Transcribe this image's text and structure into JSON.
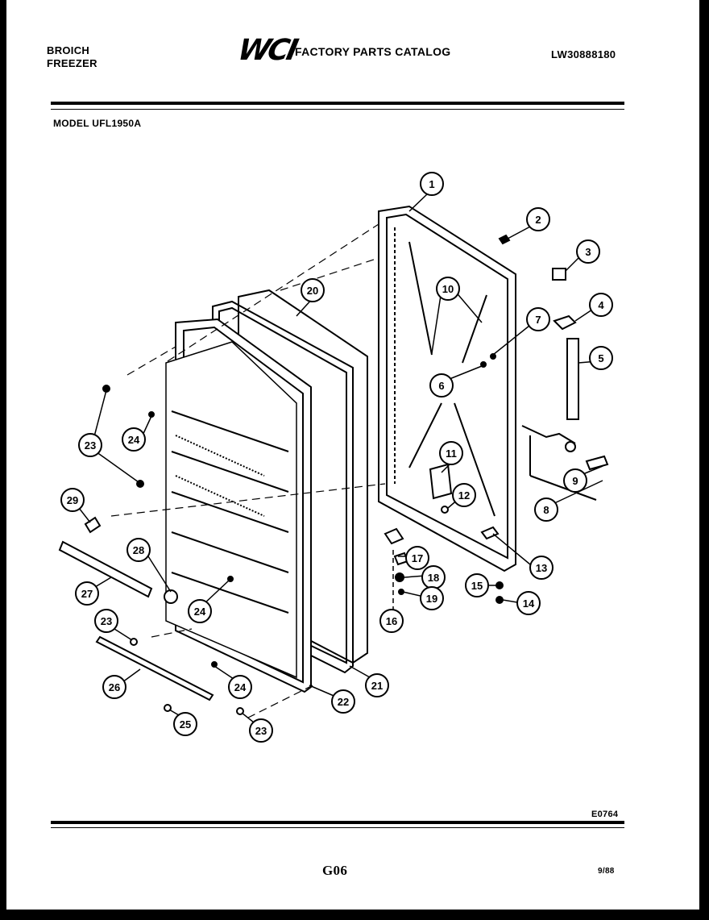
{
  "header": {
    "brand_line1": "BROICH",
    "brand_line2": "FREEZER",
    "logo": "WCI",
    "catalog_title": "FACTORY PARTS CATALOG",
    "doc_number": "LW30888180",
    "model": "MODEL UFL1950A"
  },
  "footer": {
    "figure_code": "E0764",
    "page_number": "G06",
    "date": "9/88"
  },
  "callouts": [
    {
      "id": "1",
      "label": "1"
    },
    {
      "id": "2",
      "label": "2"
    },
    {
      "id": "3",
      "label": "3"
    },
    {
      "id": "4",
      "label": "4"
    },
    {
      "id": "5",
      "label": "5"
    },
    {
      "id": "6",
      "label": "6"
    },
    {
      "id": "7",
      "label": "7"
    },
    {
      "id": "8",
      "label": "8"
    },
    {
      "id": "9",
      "label": "9"
    },
    {
      "id": "10",
      "label": "10"
    },
    {
      "id": "11",
      "label": "11"
    },
    {
      "id": "12",
      "label": "12"
    },
    {
      "id": "13",
      "label": "13"
    },
    {
      "id": "14",
      "label": "14"
    },
    {
      "id": "15",
      "label": "15"
    },
    {
      "id": "16",
      "label": "16"
    },
    {
      "id": "17",
      "label": "17"
    },
    {
      "id": "18",
      "label": "18"
    },
    {
      "id": "19",
      "label": "19"
    },
    {
      "id": "20",
      "label": "20"
    },
    {
      "id": "21",
      "label": "21"
    },
    {
      "id": "22",
      "label": "22"
    },
    {
      "id": "23a",
      "label": "23"
    },
    {
      "id": "23b",
      "label": "23"
    },
    {
      "id": "23c",
      "label": "23"
    },
    {
      "id": "24a",
      "label": "24"
    },
    {
      "id": "24b",
      "label": "24"
    },
    {
      "id": "24c",
      "label": "24"
    },
    {
      "id": "25",
      "label": "25"
    },
    {
      "id": "26",
      "label": "26"
    },
    {
      "id": "27",
      "label": "27"
    },
    {
      "id": "28",
      "label": "28"
    },
    {
      "id": "29",
      "label": "29"
    }
  ]
}
